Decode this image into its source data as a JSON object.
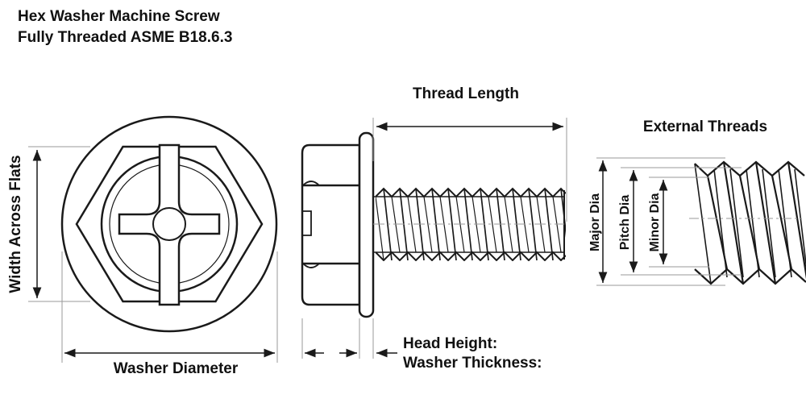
{
  "title": {
    "line1": "Hex Washer Machine Screw",
    "line2": "Fully Threaded ASME B18.6.3"
  },
  "labels": {
    "width_across_flats": "Width Across Flats",
    "washer_diameter": "Washer Diameter",
    "thread_length": "Thread Length",
    "head_height": "Head Height:",
    "washer_thickness": "Washer Thickness:",
    "external_threads": "External Threads",
    "major_dia": "Major Dia",
    "pitch_dia": "Pitch Dia",
    "minor_dia": "Minor Dia"
  },
  "colors": {
    "line": "#1a1a1a",
    "dimension": "#1a1a1a",
    "extension": "#9a9a9a"
  }
}
